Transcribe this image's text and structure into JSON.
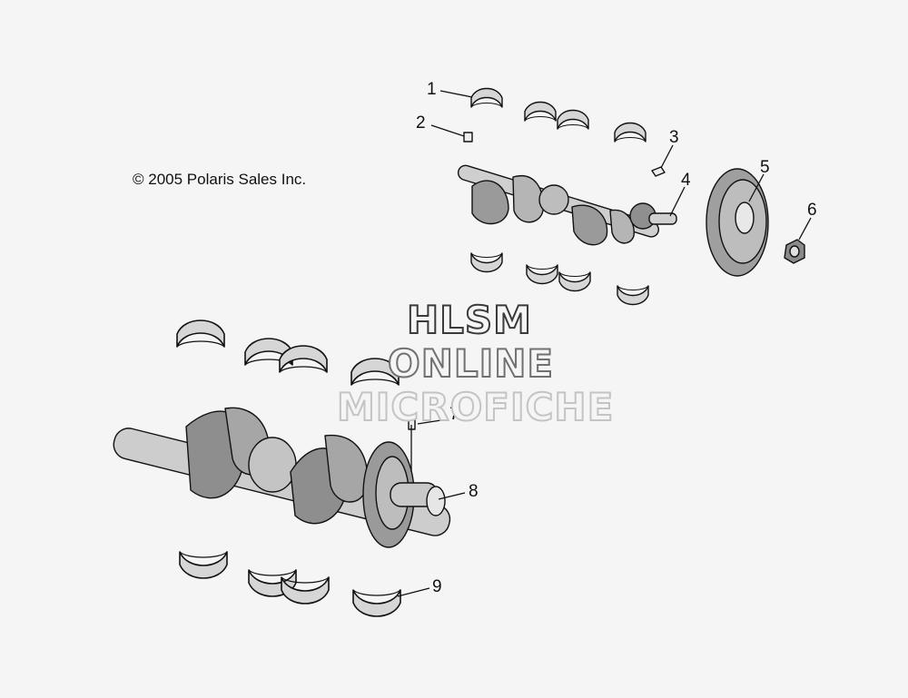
{
  "copyright": "© 2005 Polaris Sales Inc.",
  "watermark": {
    "line1": "HLSM",
    "line2": "ONLINE",
    "line3": "MICROFICHE"
  },
  "callouts": [
    "1",
    "2",
    "3",
    "4",
    "5",
    "6",
    "7",
    "8",
    "9"
  ]
}
